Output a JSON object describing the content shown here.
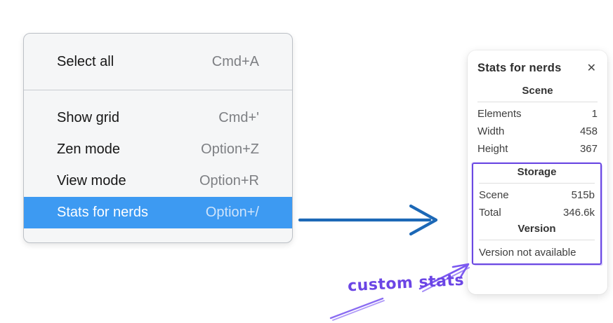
{
  "colors": {
    "menu_highlight_blue": "#3d9af2",
    "menu_background": "#f5f6f7",
    "arrow_blue": "#1c68b6",
    "annotation_purple": "#6b45e5",
    "panel_background": "#ffffff"
  },
  "context_menu": {
    "selected_item": "Stats for nerds",
    "items": [
      {
        "label": "Select all",
        "shortcut": "Cmd+A"
      },
      {
        "label": "Show grid",
        "shortcut": "Cmd+'"
      },
      {
        "label": "Zen mode",
        "shortcut": "Option+Z"
      },
      {
        "label": "View mode",
        "shortcut": "Option+R"
      },
      {
        "label": "Stats for nerds",
        "shortcut": "Option+/"
      }
    ]
  },
  "stats_panel": {
    "title": "Stats for nerds",
    "close_icon": "✕",
    "scene_section": {
      "title": "Scene",
      "rows": [
        {
          "label": "Elements",
          "value": "1"
        },
        {
          "label": "Width",
          "value": "458"
        },
        {
          "label": "Height",
          "value": "367"
        }
      ]
    },
    "storage_section": {
      "title": "Storage",
      "rows": [
        {
          "label": "Scene",
          "value": "515b"
        },
        {
          "label": "Total",
          "value": "346.6k"
        }
      ]
    },
    "version_section": {
      "title": "Version",
      "note": "Version not available"
    }
  },
  "annotation": {
    "label": "custom stats"
  }
}
